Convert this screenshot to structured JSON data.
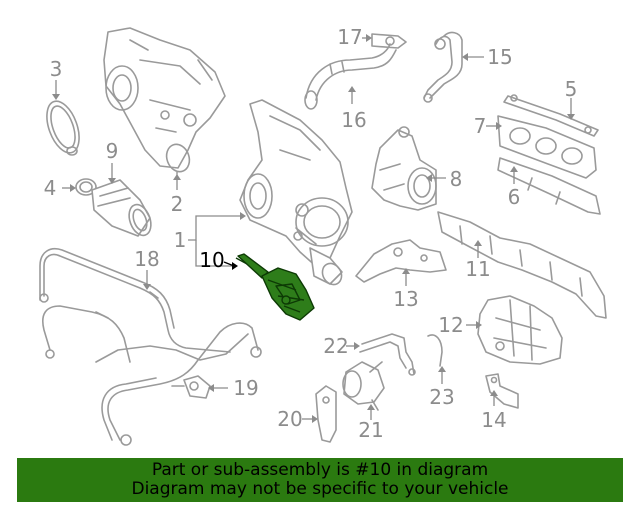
{
  "diagram": {
    "highlight_color": "#2e7d1a",
    "labels": [
      {
        "id": "1",
        "text": "1"
      },
      {
        "id": "2",
        "text": "2"
      },
      {
        "id": "3",
        "text": "3"
      },
      {
        "id": "4",
        "text": "4"
      },
      {
        "id": "5",
        "text": "5"
      },
      {
        "id": "6",
        "text": "6"
      },
      {
        "id": "7",
        "text": "7"
      },
      {
        "id": "8",
        "text": "8"
      },
      {
        "id": "9",
        "text": "9"
      },
      {
        "id": "10",
        "text": "10"
      },
      {
        "id": "11",
        "text": "11"
      },
      {
        "id": "12",
        "text": "12"
      },
      {
        "id": "13",
        "text": "13"
      },
      {
        "id": "14",
        "text": "14"
      },
      {
        "id": "15",
        "text": "15"
      },
      {
        "id": "16",
        "text": "16"
      },
      {
        "id": "17",
        "text": "17"
      },
      {
        "id": "18",
        "text": "18"
      },
      {
        "id": "19",
        "text": "19"
      },
      {
        "id": "20",
        "text": "20"
      },
      {
        "id": "21",
        "text": "21"
      },
      {
        "id": "22",
        "text": "22"
      },
      {
        "id": "23",
        "text": "23"
      }
    ]
  },
  "banner": {
    "line1": "Part or sub-assembly is #10 in diagram",
    "line2": "Diagram may not be specific to your vehicle",
    "background": "#2b7a10"
  }
}
